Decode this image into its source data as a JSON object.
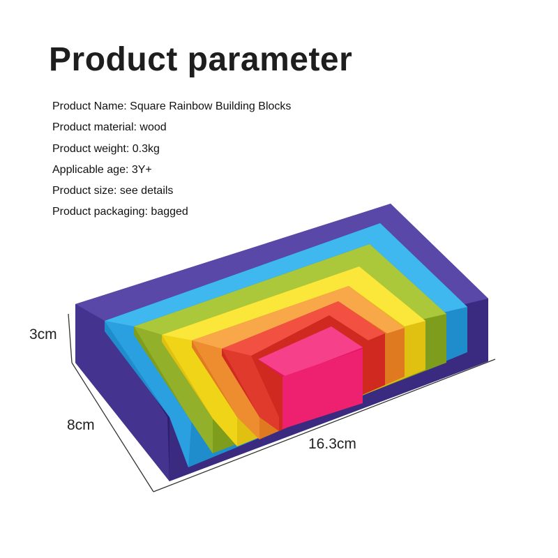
{
  "title": "Product parameter",
  "specs": [
    "Product Name: Square Rainbow Building Blocks",
    "Product material: wood",
    "Product weight: 0.3kg",
    "Applicable age: 3Y+",
    "Product size: see details",
    "Product packaging: bagged"
  ],
  "dimensions": {
    "height": "3cm",
    "depth": "8cm",
    "length": "16.3cm"
  },
  "colors": {
    "purple": "#4d3a99",
    "blue": "#2aa6e4",
    "green": "#9cba2a",
    "yellow": "#f7dc1a",
    "orange": "#f49536",
    "red": "#ec4030",
    "pink": "#ee2070"
  }
}
